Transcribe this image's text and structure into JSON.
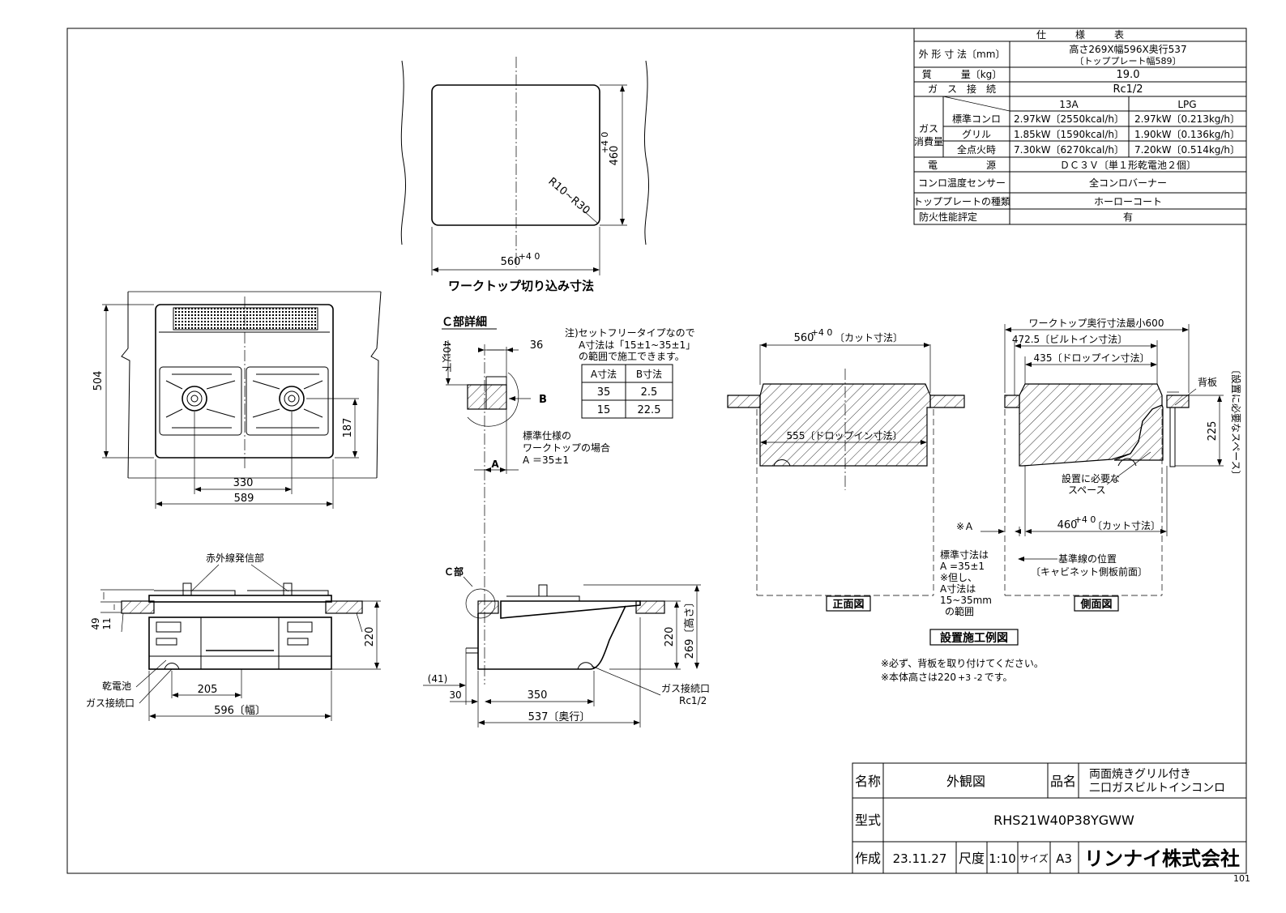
{
  "spec_table": {
    "title": "仕　　　様　　　表",
    "rows": [
      {
        "label": "外 形 寸 法〔mm〕",
        "value": "高さ269X幅596X奥行537",
        "sub": "〔トッププレート幅589〕"
      },
      {
        "label": "質　　　量〔kg〕",
        "value": "19.0"
      },
      {
        "label": "ガ　ス　接　続",
        "value": "Rc1/2"
      }
    ],
    "gas_group_label_1": "ガス",
    "gas_group_label_2": "消費量",
    "gas_cols": [
      "13A",
      "LPG"
    ],
    "gas_rows": [
      {
        "label": "標準コンロ",
        "v13a": "2.97kW〔2550kcal/h〕",
        "vlpg": "2.97kW〔0.213kg/h〕"
      },
      {
        "label": "グリル",
        "v13a": "1.85kW〔1590kcal/h〕",
        "vlpg": "1.90kW〔0.136kg/h〕"
      },
      {
        "label": "全点火時",
        "v13a": "7.30kW〔6270kcal/h〕",
        "vlpg": "7.20kW〔0.514kg/h〕"
      }
    ],
    "rows2": [
      {
        "label": "電　　　　　源",
        "value": "ＤＣ３Ｖ〔単１形乾電池２個〕"
      },
      {
        "label": "コンロ温度センサー",
        "value": "全コンロバーナー"
      },
      {
        "label": "トッププレートの種類",
        "value": "ホーローコート"
      },
      {
        "label": "防火性能評定",
        "value": "有"
      }
    ]
  },
  "cutout": {
    "dim_depth": "460",
    "dim_depth_tol": "+4 0",
    "dim_width": "560",
    "dim_width_tol": "+4 0",
    "radius": "R10~R30",
    "caption": "ワークトップ切り込み寸法"
  },
  "top_view": {
    "dim_depth": "504",
    "dim_burner": "187",
    "dim_pitch": "330",
    "dim_width": "589"
  },
  "detail_c": {
    "title": "Ｃ部詳細",
    "dim_36": "36",
    "dim_40": "40以下",
    "label_b": "B",
    "label_a": "A",
    "note_line1": "注)セットフリータイプなので",
    "note_line2": "A寸法は「15±1~35±1」",
    "note_line3": "の範囲で施工できます。",
    "table_header": [
      "A寸法",
      "B寸法"
    ],
    "table_rows": [
      [
        "35",
        "2.5"
      ],
      [
        "15",
        "22.5"
      ]
    ],
    "std_note_1": "標準仕様の",
    "std_note_2": "ワークトップの場合",
    "std_note_3": "A ＝35±1"
  },
  "front_elev": {
    "ir_label": "赤外線発信部",
    "dim_49": "49",
    "dim_11": "11",
    "dim_220": "220",
    "battery": "乾電池",
    "gas_inlet": "ガス接続口",
    "dim_205": "205",
    "dim_596": "596〔幅〕"
  },
  "side_elev": {
    "c_label": "Ｃ部",
    "dim_220": "220",
    "dim_269": "269〔高さ〕",
    "dim_41": "(41)",
    "dim_30": "30",
    "dim_350": "350",
    "dim_537": "537〔奥行〕",
    "gas_inlet": "ガス接続口",
    "gas_size": "Rc1/2"
  },
  "install_front": {
    "dim_560": "560",
    "dim_560_tol": "+4 0",
    "dim_560_note": "〔カット寸法〕",
    "dim_555": "555〔ドロップイン寸法〕",
    "title": "正面図"
  },
  "install_side": {
    "dim_600": "ワークトップ奥行寸法最小600",
    "dim_4725": "472.5〔ビルトイン寸法〕",
    "dim_435": "435〔ドロップイン寸法〕",
    "backboard": "背板",
    "dim_225": "225",
    "vert_note": "〔設置に必要なスペース〕",
    "space_1": "設置に必要な",
    "space_2": "スペース",
    "mark_a": "※Ａ",
    "dim_460": "460",
    "dim_460_tol": "+4 0",
    "dim_460_note": "〔カット寸法〕",
    "base_line": "基準線の位置",
    "base_line_2": "〔キャビネット側板前面〕",
    "std_1": "標準寸法は",
    "std_2": "A =35±1",
    "std_3": "※但し、",
    "std_4": "A寸法は",
    "std_5": "15~35mm",
    "std_6": "の範囲",
    "title": "側面図"
  },
  "install_example": {
    "title": "設置施工例図",
    "note1": "※必ず、背板を取り付けてください。",
    "note2": "※本体高さは220",
    "note2_tol": "+3 -2",
    "note2_end": "です。"
  },
  "title_block": {
    "name_label": "名称",
    "name_value": "外観図",
    "product_label": "品名",
    "product_1": "両面焼きグリル付き",
    "product_2": "二口ガスビルトインコンロ",
    "model_label": "型式",
    "model_value": "RHS21W40P38YGWW",
    "created_label": "作成",
    "created_value": "23.11.27",
    "scale_label": "尺度",
    "scale_value": "1:10",
    "size_label": "サイズ",
    "size_value": "A3",
    "company": "リンナイ株式会社"
  },
  "page_code": "101"
}
